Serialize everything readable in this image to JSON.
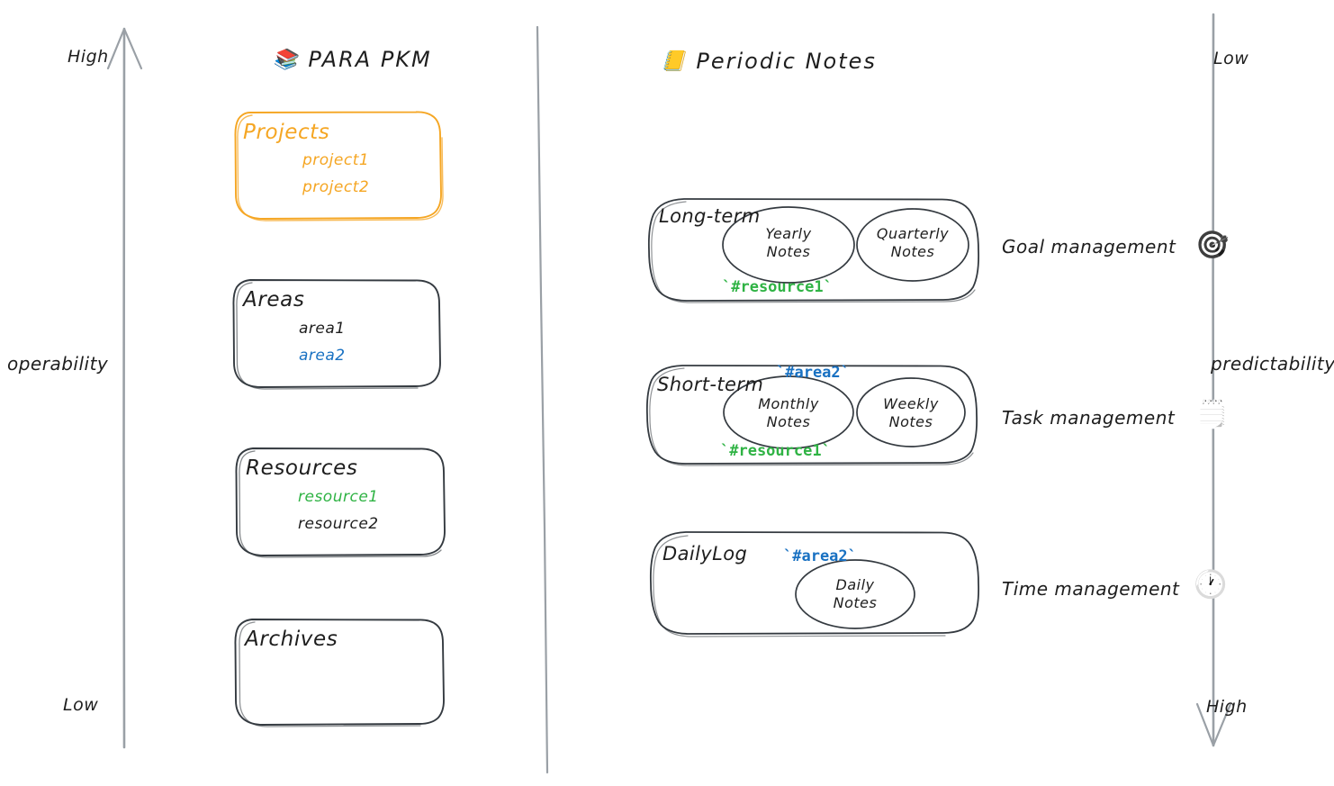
{
  "left_axis": {
    "name": "operability",
    "top_label": "High",
    "bottom_label": "Low",
    "direction": "up",
    "arrow_icon": "arrow-up-icon"
  },
  "right_axis": {
    "name": "predictability",
    "top_label": "Low",
    "bottom_label": "High",
    "direction": "down",
    "arrow_icon": "arrow-down-icon"
  },
  "divider": {
    "name": "vertical-divider"
  },
  "para_panel": {
    "emoji": "📚",
    "emoji_name": "books-icon",
    "title": "PARA PKM",
    "boxes": [
      {
        "title": "Projects",
        "color": "#f5a623",
        "items": [
          {
            "text": "project1",
            "color": "#f5a623"
          },
          {
            "text": "project2",
            "color": "#f5a623"
          }
        ]
      },
      {
        "title": "Areas",
        "color": "#1e1e1e",
        "items": [
          {
            "text": "area1",
            "color": "#1e1e1e"
          },
          {
            "text": "area2",
            "color": "#1971c2"
          }
        ]
      },
      {
        "title": "Resources",
        "color": "#1e1e1e",
        "items": [
          {
            "text": "resource1",
            "color": "#2fb344"
          },
          {
            "text": "resource2",
            "color": "#1e1e1e"
          }
        ]
      },
      {
        "title": "Archives",
        "color": "#1e1e1e",
        "items": []
      }
    ]
  },
  "periodic_panel": {
    "emoji": "📒",
    "emoji_name": "notebook-icon",
    "title": "Periodic Notes",
    "groups": [
      {
        "title": "Long-term",
        "ellipses": [
          "Yearly\nNotes",
          "Quarterly\nNotes"
        ],
        "tags": [
          {
            "text": "`#resource1`",
            "color": "#2fb344",
            "pos": "bottom"
          }
        ],
        "management": "Goal management",
        "icon": "🎯",
        "icon_name": "target-icon"
      },
      {
        "title": "Short-term",
        "ellipses": [
          "Monthly\nNotes",
          "Weekly\nNotes"
        ],
        "tags": [
          {
            "text": "`#area2`",
            "color": "#1971c2",
            "pos": "top"
          },
          {
            "text": "`#resource1`",
            "color": "#2fb344",
            "pos": "bottom"
          }
        ],
        "management": "Task management",
        "icon": "🗒️",
        "icon_name": "notepad-icon"
      },
      {
        "title": "DailyLog",
        "ellipses": [
          "Daily\nNotes"
        ],
        "tags": [
          {
            "text": "`#area2`",
            "color": "#1971c2",
            "pos": "inline"
          }
        ],
        "management": "Time management",
        "icon": "🕐",
        "icon_name": "clock-icon"
      }
    ]
  },
  "colors": {
    "stroke": "#1e1e1e",
    "axis": "#868e96",
    "orange": "#f5a623",
    "blue": "#1971c2",
    "green": "#2fb344"
  }
}
